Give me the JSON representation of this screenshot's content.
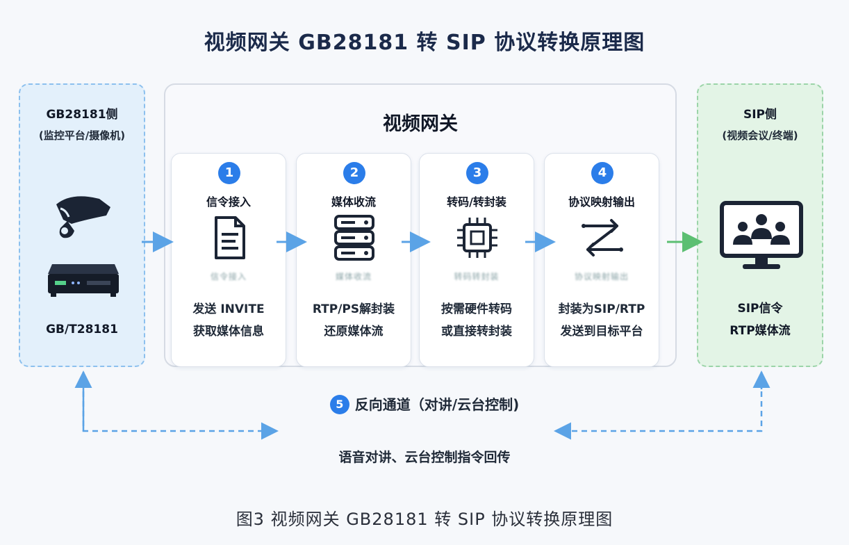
{
  "title": "视频网关 GB28181 转 SIP 协议转换原理图",
  "left_panel": {
    "title": "GB28181侧",
    "subtitle": "(监控平台/摄像机)",
    "bottom": "GB/T28181",
    "icons": [
      "camera-icon",
      "nvr-device-icon"
    ]
  },
  "gateway": {
    "title": "视频网关",
    "steps": [
      {
        "num": "1",
        "title": "信令接入",
        "icon": "document-icon",
        "blur": "信令接入",
        "desc": [
          "发送 INVITE",
          "获取媒体信息"
        ]
      },
      {
        "num": "2",
        "title": "媒体收流",
        "icon": "server-icon",
        "blur": "媒体收流",
        "desc": [
          "RTP/PS解封装",
          "还原媒体流"
        ]
      },
      {
        "num": "3",
        "title": "转码/转封装",
        "icon": "chip-icon",
        "blur": "转码转封装",
        "desc": [
          "按需硬件转码",
          "或直接转封装"
        ]
      },
      {
        "num": "4",
        "title": "协议映射输出",
        "icon": "exchange-icon",
        "blur": "协议映射输出",
        "desc": [
          "封装为SIP/RTP",
          "发送到目标平台"
        ]
      }
    ]
  },
  "right_panel": {
    "title": "SIP侧",
    "subtitle": "(视频会议/终端)",
    "bottom": [
      "SIP信令",
      "RTP媒体流"
    ],
    "icon": "video-conference-icon"
  },
  "reverse": {
    "num": "5",
    "label": "反向通道（对讲/云台控制)",
    "desc": "语音对讲、云台控制指令回传"
  },
  "caption": "图3 视频网关 GB28181 转 SIP 协议转换原理图",
  "colors": {
    "accent_blue": "#2b7de9",
    "arrow_blue": "#5ba3e6",
    "arrow_green": "#5cbf72",
    "left_bg": "#e3f0fb",
    "right_bg": "#e3f4e6"
  }
}
